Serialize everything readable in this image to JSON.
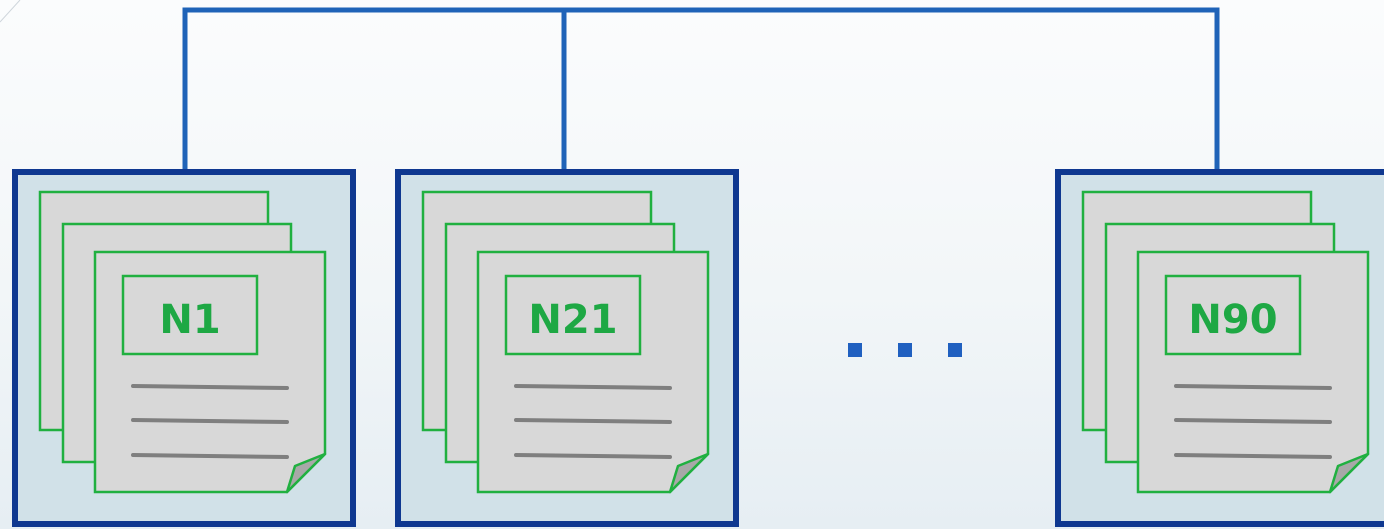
{
  "colors": {
    "connector": "#1f63b8",
    "container_border": "#0f3890",
    "container_fill": "#d1e1e8",
    "page_fill": "#d8d8d8",
    "page_border": "#20b040",
    "text_line": "#7f7f7f",
    "label": "#1ea844",
    "ellipsis": "#2060c0"
  },
  "nodes": [
    {
      "id": "n1",
      "label": "N1"
    },
    {
      "id": "n21",
      "label": "N21"
    },
    {
      "id": "n90",
      "label": "N90"
    }
  ],
  "ellipsis_count": 3
}
